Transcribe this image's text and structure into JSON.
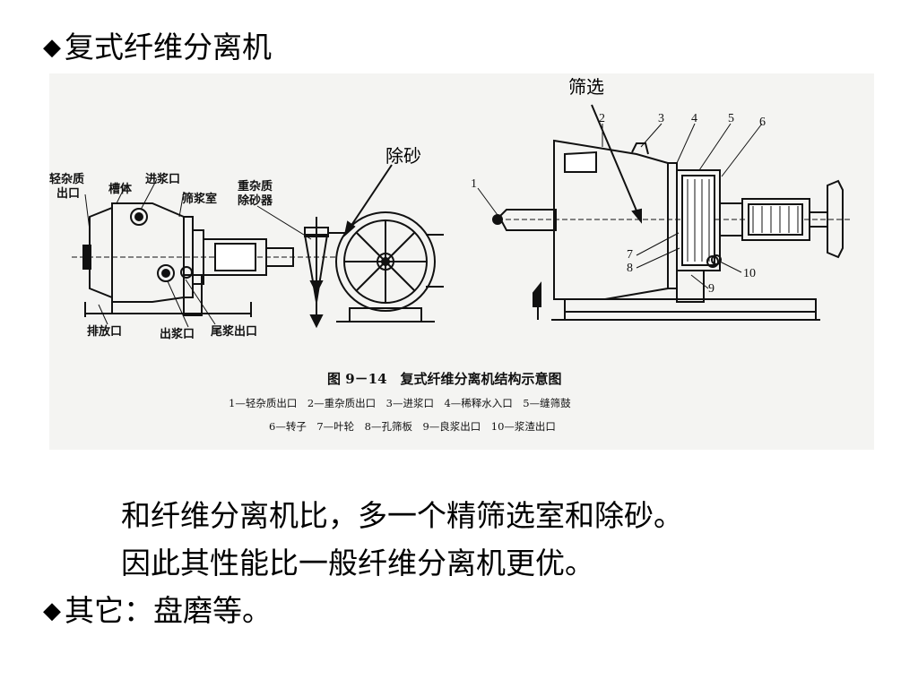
{
  "heading1": {
    "bullet": "◆",
    "text": "复式纤维分离机"
  },
  "figure": {
    "annotations": {
      "screening": "筛选",
      "desanding": "除砂"
    },
    "left_labels": {
      "light_outlet_1": "轻杂质",
      "light_outlet_2": "出口",
      "tank": "槽体",
      "inlet": "进浆口",
      "screen_chamber": "筛浆室",
      "heavy_1": "重杂质",
      "heavy_2": "除砂器",
      "drain": "排放口",
      "outlet": "出浆口",
      "tail": "尾浆出口"
    },
    "part_numbers": [
      "1",
      "2",
      "3",
      "4",
      "5",
      "6",
      "7",
      "8",
      "9",
      "10"
    ],
    "caption": "图 9－14　复式纤维分离机结构示意图",
    "legend_line1": "1—轻杂质出口　2—重杂质出口　3—进浆口　4—稀释水入口　5—缝筛鼓",
    "legend_line2": "6—转子　7—叶轮　8—孔筛板　9—良浆出口　10—浆渣出口"
  },
  "paragraph": {
    "line1": "和纤维分离机比，多一个精筛选室和除砂。",
    "line2": "因此其性能比一般纤维分离机更优。"
  },
  "heading2": {
    "bullet": "◆",
    "text": "其它：盘磨等。"
  }
}
